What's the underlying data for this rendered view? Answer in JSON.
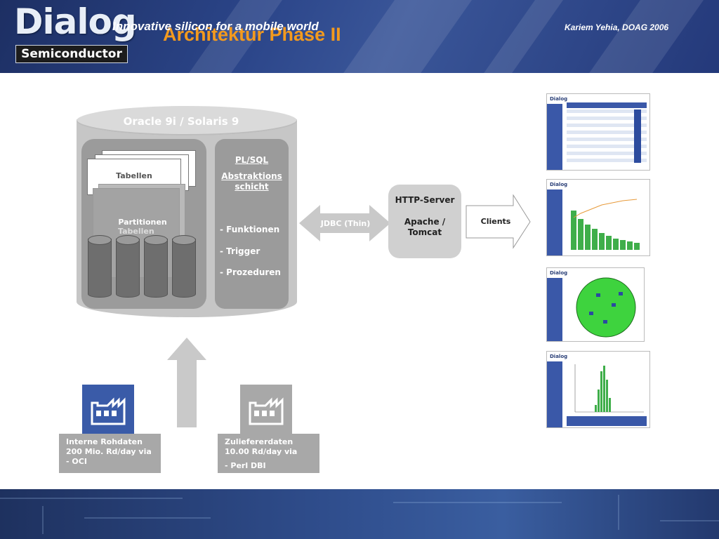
{
  "header": {
    "logo_main": "Dialog",
    "logo_sub": "Semiconductor",
    "title": "Architektur Phase II"
  },
  "database": {
    "title": "Oracle 9i / Solaris 9",
    "tables_label": "Tabellen",
    "partitions_label_1": "Partitionen",
    "partitions_label_2": "Tabellen",
    "plsql": {
      "title": "PL/SQL",
      "subtitle_1": "Abstraktions",
      "subtitle_2": "schicht",
      "items": [
        "- Funktionen",
        "- Trigger",
        "- Prozeduren"
      ]
    }
  },
  "connector": {
    "label": "JDBC (Thin)"
  },
  "http_server": {
    "title": "HTTP-Server",
    "line_1": "Apache /",
    "line_2": "Tomcat"
  },
  "clients": {
    "label": "Clients"
  },
  "sources": [
    {
      "lines": [
        "Interne Rohdaten",
        "200 Mio. Rd/day via",
        "- OCI"
      ],
      "color": "#3a5ba8"
    },
    {
      "lines": [
        "Zuliefererdaten",
        "10.00 Rd/day via",
        "- Perl DBI"
      ],
      "color": "#a8a8a8"
    }
  ],
  "thumbnails": {
    "logo": "Dialog"
  },
  "footer": {
    "slogan": "Innovative silicon for a mobile world",
    "author": "Kariem Yehia, DOAG 2006"
  },
  "colors": {
    "title": "#f39a1e",
    "header_bg": "#2b4589",
    "panel_gray": "#9b9b9b"
  }
}
